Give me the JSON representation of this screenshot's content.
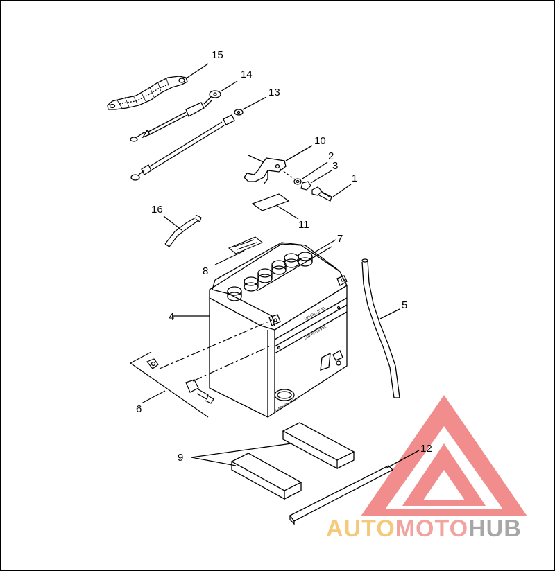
{
  "callouts": [
    {
      "id": "1",
      "label": "1"
    },
    {
      "id": "2",
      "label": "2"
    },
    {
      "id": "3",
      "label": "3"
    },
    {
      "id": "4",
      "label": "4"
    },
    {
      "id": "5",
      "label": "5"
    },
    {
      "id": "6",
      "label": "6"
    },
    {
      "id": "7",
      "label": "7"
    },
    {
      "id": "8",
      "label": "8"
    },
    {
      "id": "9",
      "label": "9"
    },
    {
      "id": "10",
      "label": "10"
    },
    {
      "id": "11",
      "label": "11"
    },
    {
      "id": "12",
      "label": "12"
    },
    {
      "id": "13",
      "label": "13"
    },
    {
      "id": "14",
      "label": "14"
    },
    {
      "id": "15",
      "label": "15"
    },
    {
      "id": "16",
      "label": "16"
    }
  ],
  "battery": {
    "upper_level": "UPPER LEVEL",
    "lower_level": "LOWER LEVEL",
    "made_in": "MADE IN U.S.A."
  },
  "watermark": {
    "part1": "AUTO",
    "part2": "MOTO",
    "part3": "HUB",
    "color_part1": "#f5c97a",
    "color_part2": "#f2a39e",
    "color_part3": "#a7a7a7",
    "logo_color": "#ef7a7a"
  }
}
